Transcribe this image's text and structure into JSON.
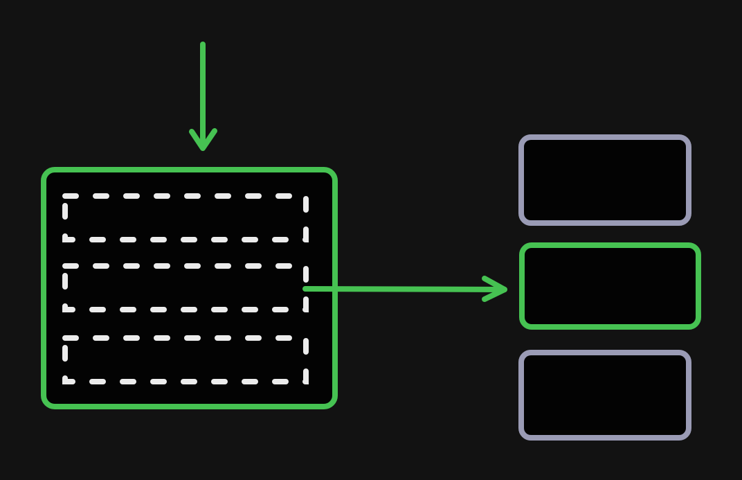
{
  "colors": {
    "background": "#121212",
    "box_fill": "#030303",
    "accent_green": "#46c252",
    "neutral_outline": "#9a9bb5",
    "dashed_rows": "#ececec"
  },
  "diagram": {
    "container_rows": 3,
    "output_boxes": [
      {
        "state": "inactive"
      },
      {
        "state": "active"
      },
      {
        "state": "inactive"
      }
    ],
    "selected_row_index": 1,
    "selected_output_index": 1
  }
}
